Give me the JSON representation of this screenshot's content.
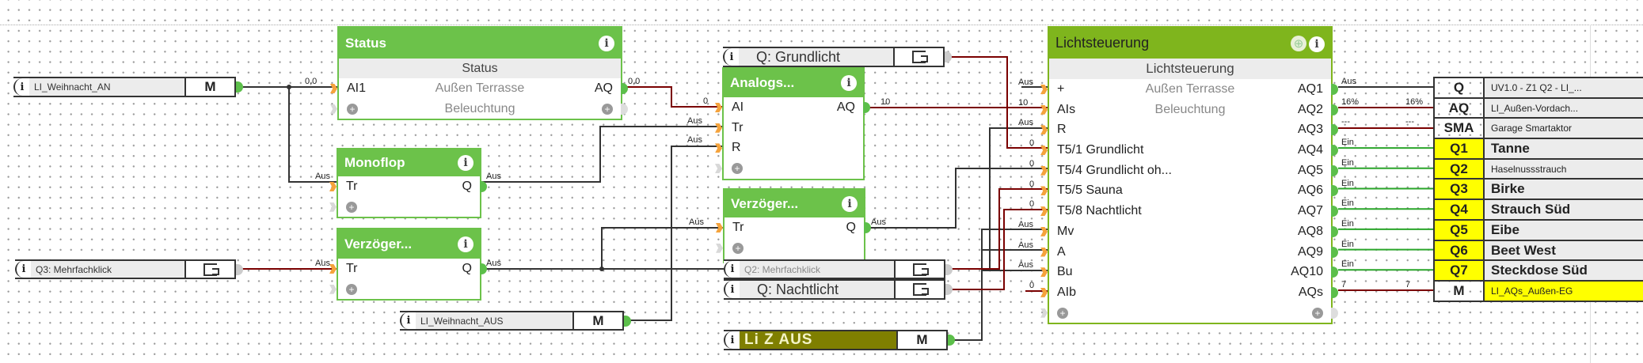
{
  "colors": {
    "block_header": "#6cc24a",
    "ls_header": "#7fb51d",
    "digital_wire": "#333333",
    "analog_wire": "#7a0000",
    "active_wire": "#2aa52a",
    "input_port": "#f5a33c",
    "output_port": "#5cbf4a",
    "highlight": "#ffff00",
    "olive": "#7f7f00"
  },
  "refs": {
    "weihnacht_an": {
      "label": "LI_Weihnacht_AN",
      "type": "M"
    },
    "q3_mehrfach": {
      "label": "Q3: Mehrfachklick",
      "type": "G"
    },
    "grundlicht": {
      "label": "Q: Grundlicht",
      "type": "G"
    },
    "q2_mehrfach": {
      "label": "Q2: Mehrfachklick",
      "type": "G"
    },
    "nachtlicht": {
      "label": "Q: Nachtlicht",
      "type": "G"
    },
    "weihnacht_aus": {
      "label": "LI_Weihnacht_AUS",
      "type": "M"
    },
    "li_z_aus": {
      "label": "Li Z AUS",
      "type": "M"
    }
  },
  "status": {
    "title": "Status",
    "subtitle": "Status",
    "input": "AI1",
    "output": "AQ",
    "room": "Außen Terrasse",
    "category": "Beleuchtung"
  },
  "monoflop": {
    "title": "Monoflop",
    "input": "Tr",
    "output": "Q"
  },
  "delay1": {
    "title": "Verzöger...",
    "input": "Tr",
    "output": "Q"
  },
  "analog": {
    "title": "Analogs...",
    "inputs": [
      "AI",
      "Tr",
      "R"
    ],
    "output": "AQ"
  },
  "delay2": {
    "title": "Verzöger...",
    "input": "Tr",
    "output": "Q"
  },
  "ls": {
    "title": "Lichtsteuerung",
    "subtitle": "Lichtsteuerung",
    "room": "Außen Terrasse",
    "category": "Beleuchtung",
    "inputs": [
      "+",
      "AIs",
      "R",
      "T5/1 Grundlicht",
      "T5/4 Grundlicht oh...",
      "T5/5 Sauna",
      "T5/8 Nachtlicht",
      "Mv",
      "A",
      "Bu",
      "AIb"
    ],
    "outputs": [
      "AQ1",
      "AQ2",
      "AQ3",
      "AQ4",
      "AQ5",
      "AQ6",
      "AQ7",
      "AQ8",
      "AQ9",
      "AQ10",
      "AQs"
    ],
    "input_values": [
      "Aus",
      "10",
      "Aus",
      "0",
      "0",
      "0",
      "0",
      "Aus",
      "Aus",
      "Aus",
      "0"
    ]
  },
  "outputs": [
    {
      "key": "Q",
      "label": "UV1.0 - Z1 Q2 - LI_...",
      "v1": "Aus",
      "v2": ""
    },
    {
      "key": "AQ",
      "label": "LI_Außen-Vordach...",
      "v1": "16%",
      "v2": "16%"
    },
    {
      "key": "SMA",
      "label": "Garage Smartaktor",
      "v1": "---",
      "v2": "---"
    },
    {
      "key": "Q1",
      "label": "Tanne",
      "v1": "Ein",
      "v2": ""
    },
    {
      "key": "Q2",
      "label": "Haselnussstrauch",
      "v1": "Ein",
      "v2": ""
    },
    {
      "key": "Q3",
      "label": "Birke",
      "v1": "Ein",
      "v2": ""
    },
    {
      "key": "Q4",
      "label": "Strauch Süd",
      "v1": "Ein",
      "v2": ""
    },
    {
      "key": "Q5",
      "label": "Eibe",
      "v1": "Ein",
      "v2": ""
    },
    {
      "key": "Q6",
      "label": "Beet West",
      "v1": "Ein",
      "v2": ""
    },
    {
      "key": "Q7",
      "label": "Steckdose Süd",
      "v1": "Ein",
      "v2": ""
    },
    {
      "key": "M",
      "label": "LI_AQs_Außen-EG",
      "v1": "7",
      "v2": "7"
    }
  ],
  "wire_values": {
    "an_to_status": "0,0",
    "an_to_monoflop": "Aus",
    "status_out": "0,0",
    "analog_ai": "0",
    "analog_tr": "Aus",
    "analog_r": "Aus",
    "monoflop_out": "Aus",
    "q3_to_delay1": "Aus",
    "delay1_out": "Aus",
    "delay2_in": "Aus",
    "delay2_out": "Aus",
    "analog_out": "10"
  }
}
